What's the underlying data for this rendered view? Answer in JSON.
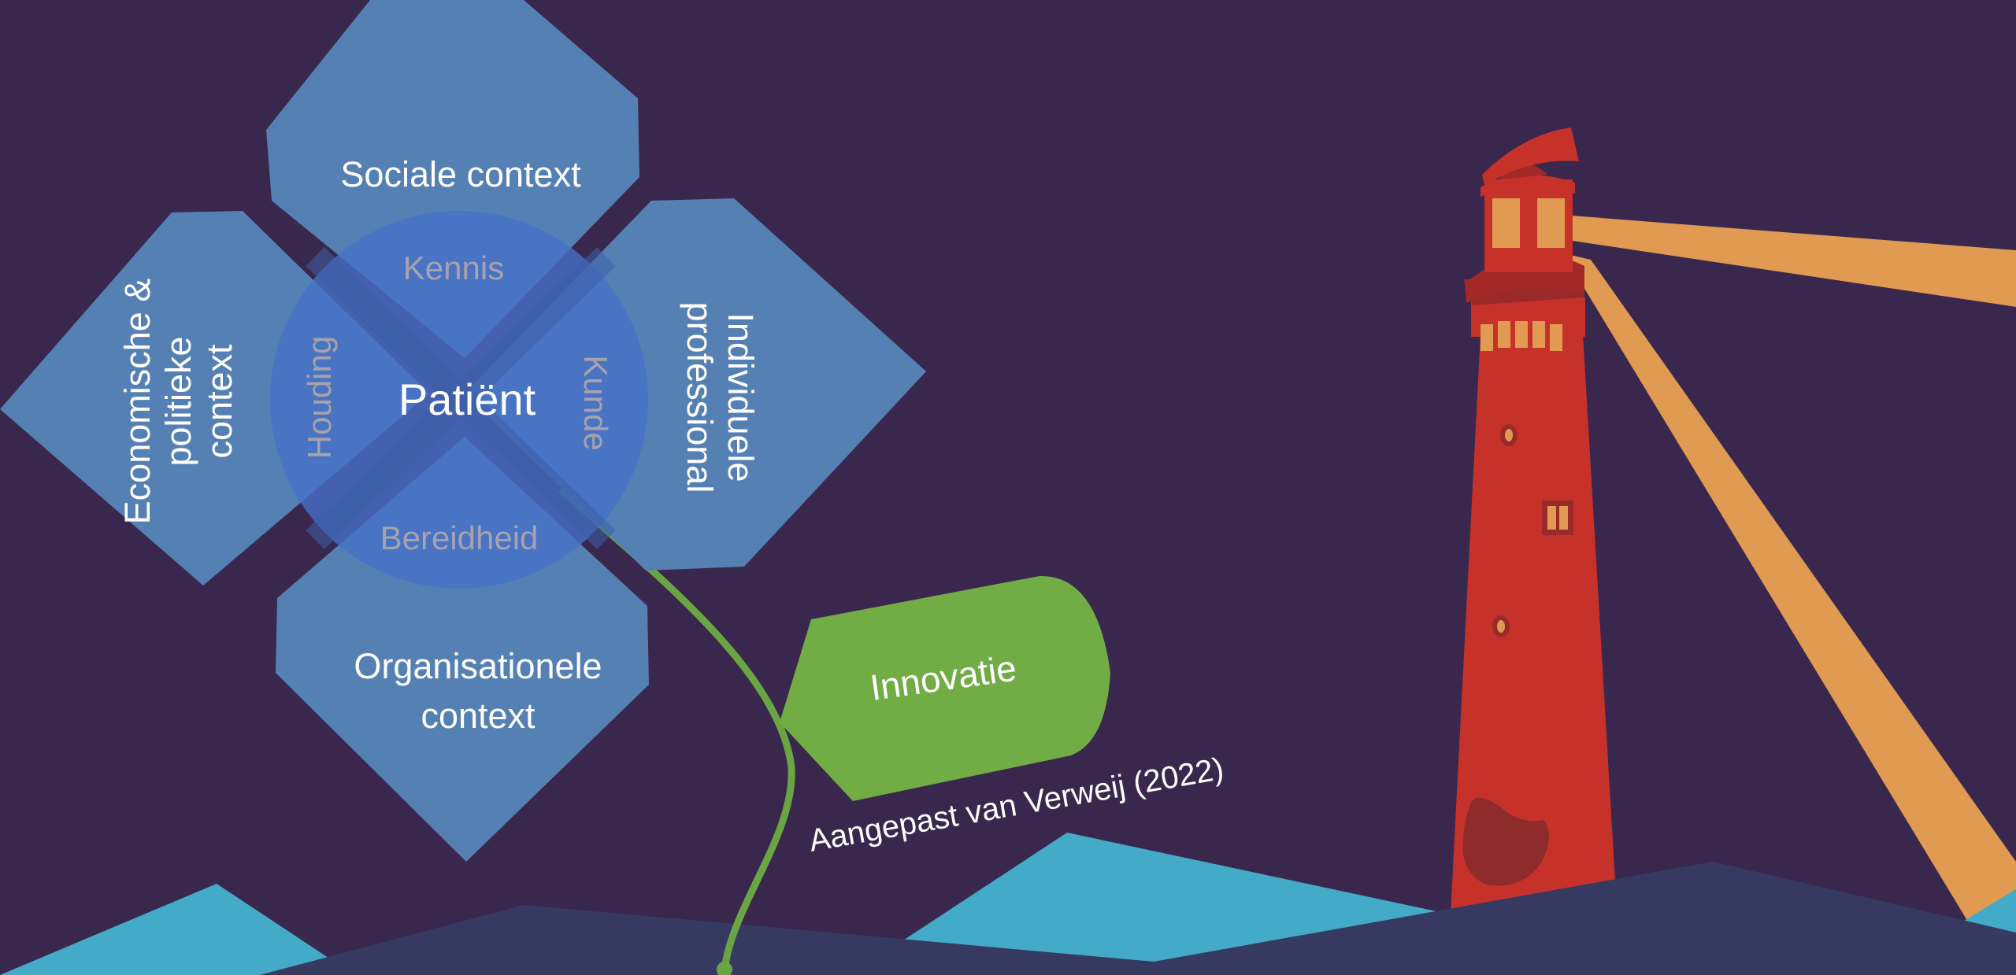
{
  "diagram": {
    "center": "Patiënt",
    "inner_labels": {
      "top": "Kennis",
      "left": "Houding",
      "right": "Kunde",
      "bottom": "Bereidheid"
    },
    "petals": {
      "top": [
        "Sociale context"
      ],
      "left": [
        "Economische &",
        "politieke",
        "context"
      ],
      "right": [
        "Individuele",
        "professional"
      ],
      "bottom": [
        "Organisationele",
        "context"
      ]
    },
    "tag": "Innovatie",
    "source": "Aangepast van Verweij (2022)"
  },
  "colors": {
    "background": "#3a274d",
    "petal": "#5580b4",
    "circle": "#4a72c4",
    "inner_label": "#a7a2ad",
    "stem": "#6aa544",
    "tag": "#71ac45",
    "lighthouse": "#c6322a",
    "beam": "#e09a52",
    "wave_light": "#43abc8",
    "wave_dark": "#373a60"
  },
  "icons": [
    "lighthouse-icon"
  ]
}
